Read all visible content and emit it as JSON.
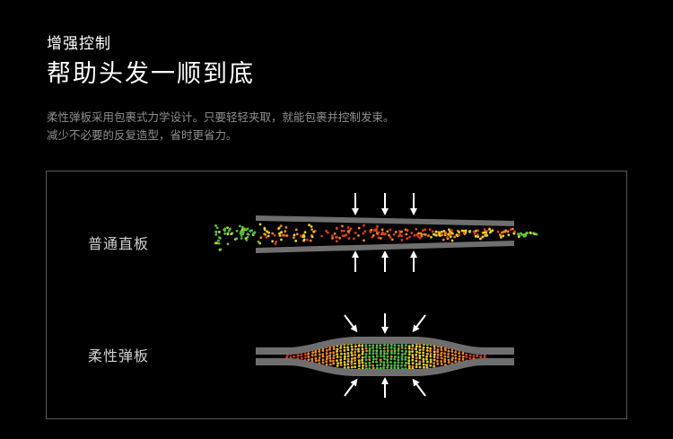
{
  "header": {
    "eyebrow": "增强控制",
    "headline": "帮助头发一顺到底"
  },
  "description": {
    "line1": "柔性弹板采用包裹式力学设计。只要轻轻夹取，就能包裹并控制发束。",
    "line2": "减少不必要的反复造型，省时更省力。"
  },
  "comparison": {
    "regular_plate": {
      "label": "普通直板"
    },
    "flexible_plate": {
      "label": "柔性弹板"
    }
  },
  "colors": {
    "background": "#000000",
    "plate": "#6e6e6e",
    "arrow": "#ffffff",
    "hair_hot": "#e23a1a",
    "hair_warm": "#f08a1c",
    "hair_mid": "#e8d21f",
    "hair_cool": "#4fc23a"
  },
  "icons": [
    "down-arrow-icon",
    "up-arrow-icon"
  ]
}
